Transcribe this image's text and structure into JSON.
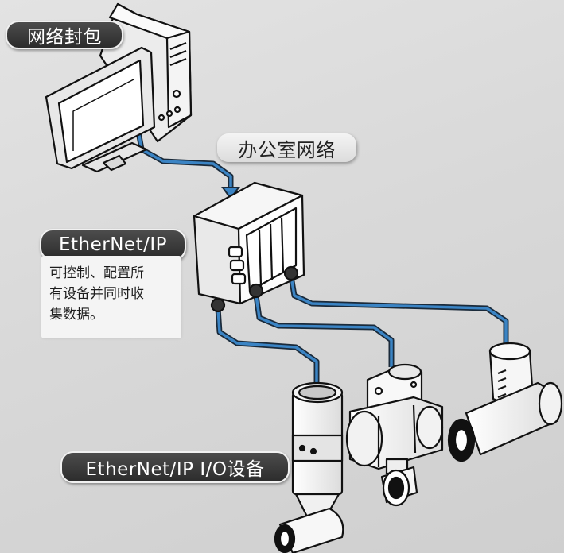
{
  "labels": {
    "network_encapsulation": "网络封包",
    "office_network": "办公室网络",
    "ethernet_ip": "EtherNet/IP",
    "io_device": "EtherNet/IP I/O设备"
  },
  "info_box": {
    "lines": [
      "可控制、配置所",
      "有设备并同时收",
      "集数据。"
    ]
  },
  "colors": {
    "cable_blue": "#3b84c4",
    "cable_outline": "#1a2a3a",
    "label_dark": "#383838",
    "label_light": "#e6e6e6",
    "background": "#dadada"
  }
}
